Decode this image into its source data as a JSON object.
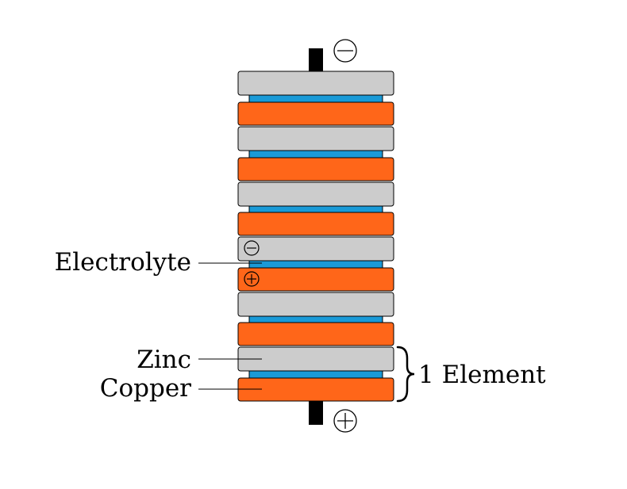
{
  "labels": {
    "electrolyte": "Electrolyte",
    "zinc": "Zinc",
    "copper": "Copper",
    "element": "1 Element"
  },
  "terminals": {
    "top_sign": "⊖",
    "bottom_sign": "⊕"
  },
  "plate_signs": {
    "zinc": "⊖",
    "copper": "⊕"
  },
  "colors": {
    "zinc": "#cccccc",
    "copper": "#ff6619",
    "electrolyte": "#1a9ad7",
    "terminal": "#000000"
  }
}
